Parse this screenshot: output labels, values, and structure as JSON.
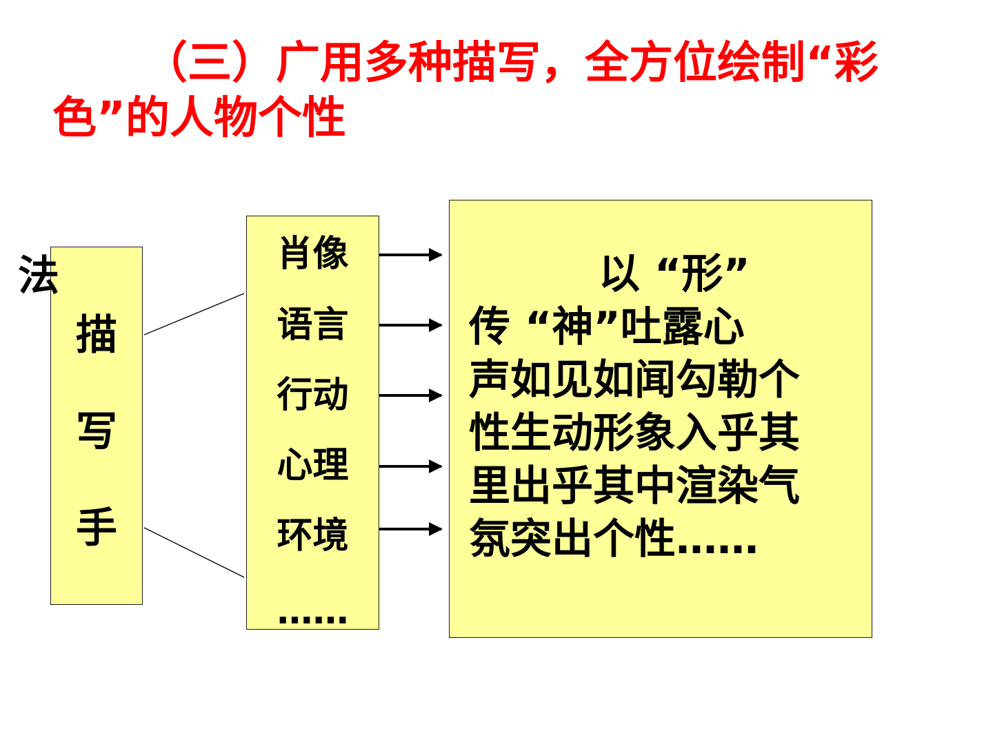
{
  "title": {
    "line1": "（三）广用多种描写，全方位绘制“彩",
    "line2": "色”的人物个性"
  },
  "left": {
    "fa": "法",
    "chars": [
      "描",
      "写",
      "手"
    ]
  },
  "methods": [
    "肖像",
    "语言",
    "行动",
    "心理",
    "环境",
    "……"
  ],
  "effects": {
    "line1": "以 “形”",
    "line2": "传 “神”吐露心",
    "line3": "声如见如闻勾勒个",
    "line4": "性生动形象入乎其",
    "line5": "里出乎其中渲染气",
    "line6": "氛突出个性……"
  },
  "colors": {
    "title": "#ff0000",
    "box_fill": "#ffff99"
  }
}
